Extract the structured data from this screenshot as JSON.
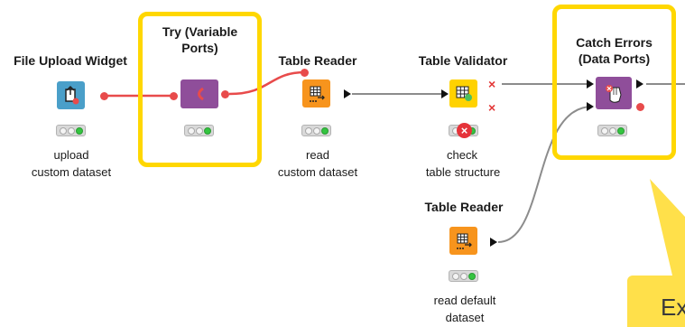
{
  "workflow": {
    "nodes": {
      "file_upload": {
        "title": "File Upload Widget",
        "caption_line1": "upload",
        "caption_line2": "custom dataset",
        "icon": "upload-widget-icon",
        "color": "#4a9fc9"
      },
      "try_node": {
        "title_line1": "Try (Variable",
        "title_line2": "Ports)",
        "icon": "try-icon",
        "color": "#8f4e9a"
      },
      "table_reader_1": {
        "title": "Table Reader",
        "caption_line1": "read",
        "caption_line2": "custom dataset",
        "icon": "table-reader-icon",
        "color": "#f7941d"
      },
      "table_validator": {
        "title": "Table Validator",
        "caption_line1": "check",
        "caption_line2": "table structure",
        "icon": "table-validator-icon",
        "color": "#ffd200",
        "error_symbol": "×"
      },
      "catch_errors": {
        "title_line1": "Catch Errors",
        "title_line2": "(Data Ports)",
        "icon": "catch-errors-icon",
        "color": "#8f4e9a"
      },
      "table_reader_2": {
        "title": "Table Reader",
        "caption_line1": "read default",
        "caption_line2": "dataset",
        "icon": "table-reader-icon",
        "color": "#f7941d"
      }
    },
    "annotation": {
      "visible_text": "Ex"
    },
    "colors": {
      "highlight": "#ffd700",
      "variable_wire": "#e84b4b",
      "data_wire": "#8c8c8c"
    }
  }
}
